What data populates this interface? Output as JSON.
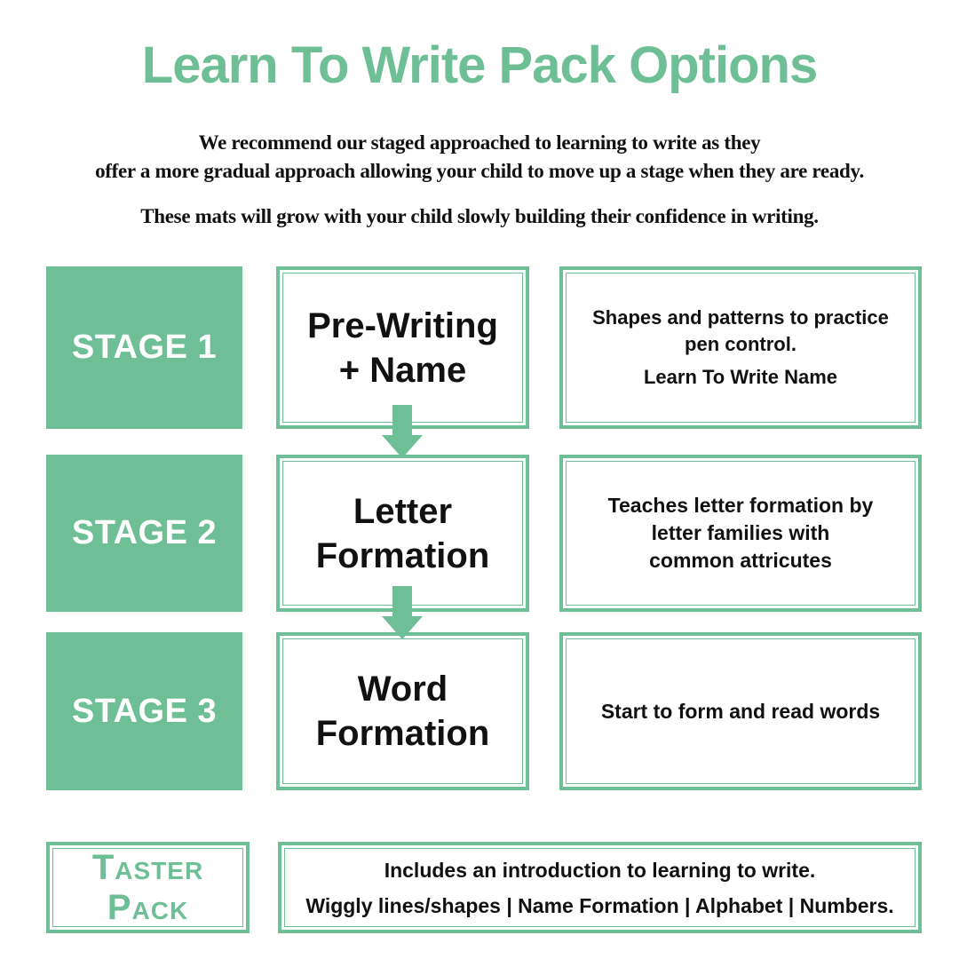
{
  "colors": {
    "green": "#6fbf96",
    "text": "#111111",
    "background": "#ffffff",
    "stage_text": "#ffffff"
  },
  "header": {
    "title": "Learn To Write Pack Options",
    "intro_line1": "We recommend our staged approached to learning to write as they",
    "intro_line2": "offer a more gradual approach allowing your child to move up a stage when they are ready.",
    "intro_line3": "These mats will grow with your child slowly building their confidence in writing."
  },
  "stages": [
    {
      "label": "STAGE 1",
      "pack_line1": "Pre-Writing",
      "pack_line2": "+ Name",
      "description_lines": [
        "Shapes and patterns to practice pen control.",
        "Learn To Write Name"
      ]
    },
    {
      "label": "STAGE 2",
      "pack_line1": "Letter",
      "pack_line2": "Formation",
      "description_lines": [
        "Teaches letter formation by",
        "letter families with",
        "common attricutes"
      ]
    },
    {
      "label": "STAGE 3",
      "pack_line1": "Word",
      "pack_line2": "Formation",
      "description_lines": [
        "Start to form and read words"
      ]
    }
  ],
  "arrows": [
    {
      "icon": "down-arrow-icon"
    },
    {
      "icon": "down-arrow-icon"
    }
  ],
  "taster": {
    "label": "Taster Pack",
    "description_line1": "Includes an introduction to learning to write.",
    "description_line2": "Wiggly lines/shapes | Name Formation | Alphabet | Numbers."
  }
}
